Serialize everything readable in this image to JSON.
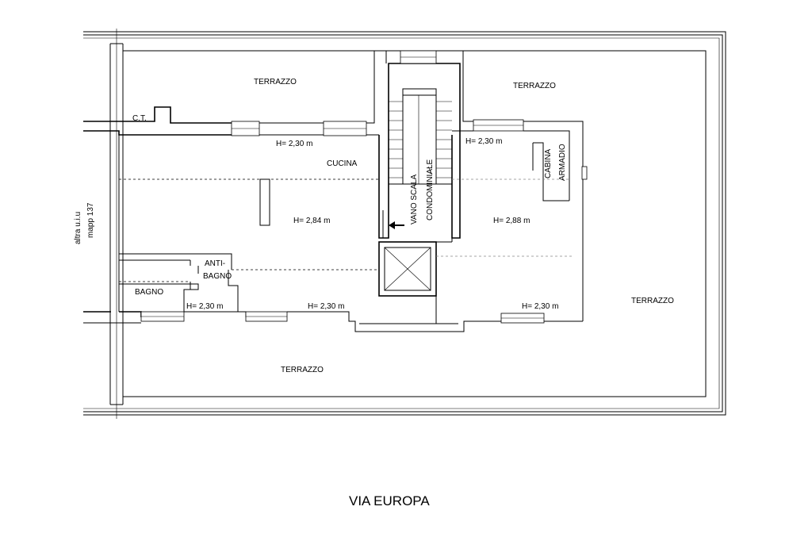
{
  "plan": {
    "rooms": {
      "terrazzo_top_left": "TERRAZZO",
      "terrazzo_top_right": "TERRAZZO",
      "terrazzo_right": "TERRAZZO",
      "terrazzo_bottom": "TERRAZZO",
      "ct": "C.T.",
      "cucina": "CUCINA",
      "vano_scala_line1": "VANO SCALA",
      "vano_scala_line2": "CONDOMINIALE",
      "cabina_line1": "CABINA",
      "cabina_line2": "ARMADIO",
      "anti_line1": "ANTI-",
      "anti_line2": "BAGNO",
      "bagno": "BAGNO"
    },
    "heights": {
      "h_top_left": "H= 2,30 m",
      "h_top_right": "H= 2,30 m",
      "h_main_left": "H= 2,84 m",
      "h_main_right": "H= 2,88 m",
      "h_bottom_bagno": "H= 2,30 m",
      "h_bottom_center": "H= 2,30 m",
      "h_bottom_right": "H= 2,30 m"
    },
    "side_note_line1": "altra u.i.u",
    "side_note_line2": "mapp 137",
    "street_name": "VIA EUROPA"
  }
}
